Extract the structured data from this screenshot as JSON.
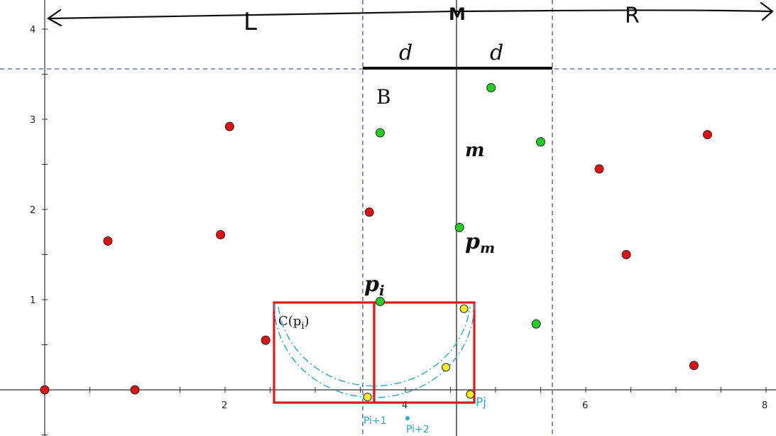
{
  "axes": {
    "x_ticks": [
      "2",
      "4",
      "6",
      "8"
    ],
    "y_ticks": [
      "1",
      "2",
      "3",
      "4"
    ]
  },
  "labels": {
    "left_region": "L",
    "right_region": "R",
    "median_marker": "M",
    "strip_label": "B",
    "median_line": "m",
    "d_left": "d",
    "d_right": "d",
    "p_m_main": "p",
    "p_m_sub": "m",
    "p_i_main": "p",
    "p_i_sub": "i",
    "circle_main": "C(p",
    "circle_sub": "i",
    "circle_close": ")",
    "annot_pi1": "Pi+1",
    "annot_pi2": "Pi+2",
    "annot_pj": "Pj"
  },
  "colors": {
    "red_point": "#dd1111",
    "green_point": "#22cc22",
    "yellow_point": "#ffee22",
    "rectangle": "#e01818",
    "annotation": "#2aa9c9",
    "dash": "#2a2f8a"
  },
  "points": {
    "red": [
      [
        0,
        0
      ],
      [
        1,
        0
      ],
      [
        0.7,
        1.65
      ],
      [
        1.95,
        1.72
      ],
      [
        2.05,
        2.92
      ],
      [
        2.45,
        0.55
      ],
      [
        3.6,
        1.97
      ],
      [
        6.15,
        2.45
      ],
      [
        6.45,
        1.5
      ],
      [
        7.35,
        2.83
      ],
      [
        7.2,
        0.27
      ]
    ],
    "green": [
      [
        3.72,
        2.85
      ],
      [
        4.95,
        3.35
      ],
      [
        5.5,
        2.75
      ],
      [
        4.6,
        1.8
      ],
      [
        3.72,
        0.98
      ],
      [
        5.45,
        0.73
      ]
    ],
    "yellow": [
      [
        4.65,
        0.9
      ],
      [
        4.45,
        0.25
      ],
      [
        3.58,
        -0.08
      ],
      [
        4.72,
        -0.05
      ]
    ]
  }
}
